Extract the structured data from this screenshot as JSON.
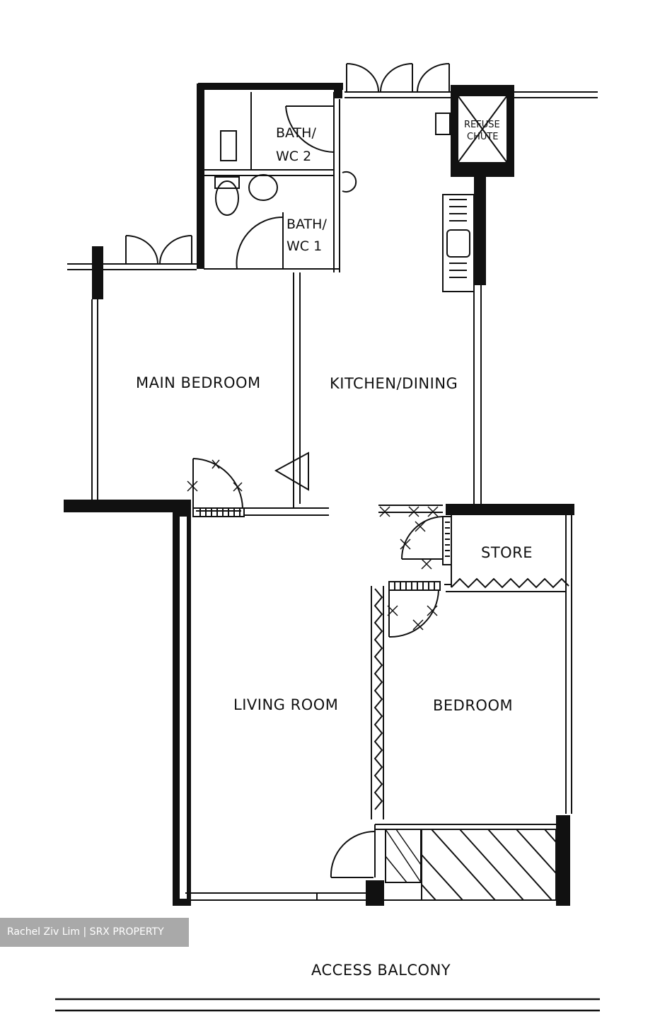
{
  "rooms": {
    "main_bedroom": "MAIN BEDROOM",
    "kitchen_dining": "KITCHEN/DINING",
    "living_room": "LIVING ROOM",
    "bedroom": "BEDROOM",
    "store": "STORE",
    "bath_wc_2_line1": "BATH/",
    "bath_wc_2_line2": "WC 2",
    "bath_wc_1_line1": "BATH/",
    "bath_wc_1_line2": "WC 1",
    "refuse_chute_line1": "REFUSE",
    "refuse_chute_line2": "CHUTE"
  },
  "access_balcony": "ACCESS BALCONY",
  "watermark": "Rachel Ziv Lim | SRX PROPERTY"
}
